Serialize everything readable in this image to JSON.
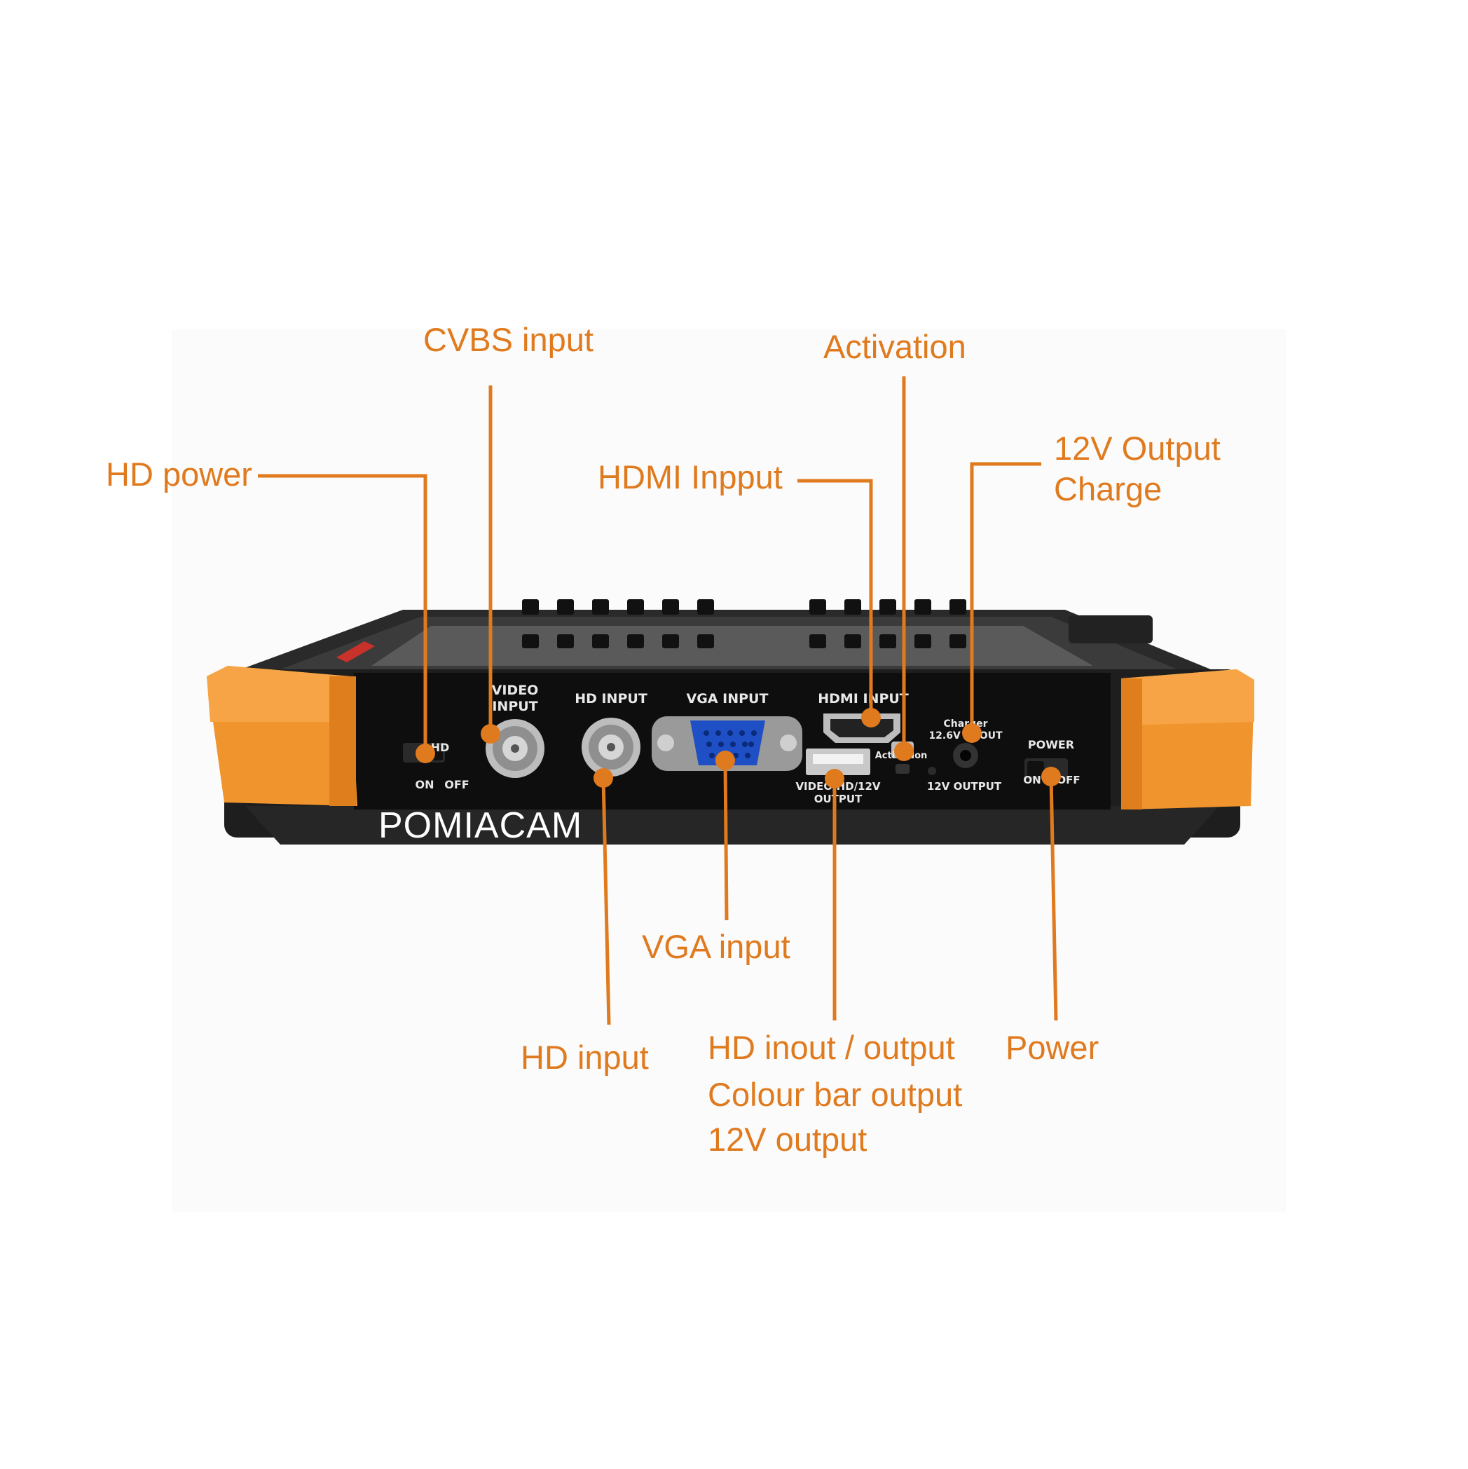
{
  "brand": "POMIACAM",
  "colors": {
    "accent": "#e07a1e",
    "bumper": "#f0942e",
    "body": "#1c1c1c",
    "panel": "#0e0e0e",
    "vga_blue": "#1f4fc4"
  },
  "callouts": {
    "cvbs": "CVBS input",
    "activation": "Activation",
    "hd_power": "HD power",
    "hdmi": "HDMI Inpput",
    "output_charge_1": "12V Output",
    "output_charge_2": "Charge",
    "vga": "VGA input",
    "hd_input": "HD input",
    "hd_io_1": "HD inout / output",
    "hd_io_2": "Colour bar output",
    "hd_io_3": "12V output",
    "power": "Power"
  },
  "panel_labels": {
    "video_input_1": "VIDEO",
    "video_input_2": "INPUT",
    "hd_input": "HD INPUT",
    "vga_input": "VGA INPUT",
    "hdmi_input": "HDMI INPUT",
    "hd_switch": "HD",
    "on": "ON",
    "off": "OFF",
    "charger_1": "Charger",
    "charger_2": "12.6V IN/OUT",
    "activation": "Activation",
    "usb_1": "VIDEO/HD/12V",
    "usb_2": "OUTPUT",
    "out12": "12V OUTPUT",
    "power": "POWER"
  }
}
